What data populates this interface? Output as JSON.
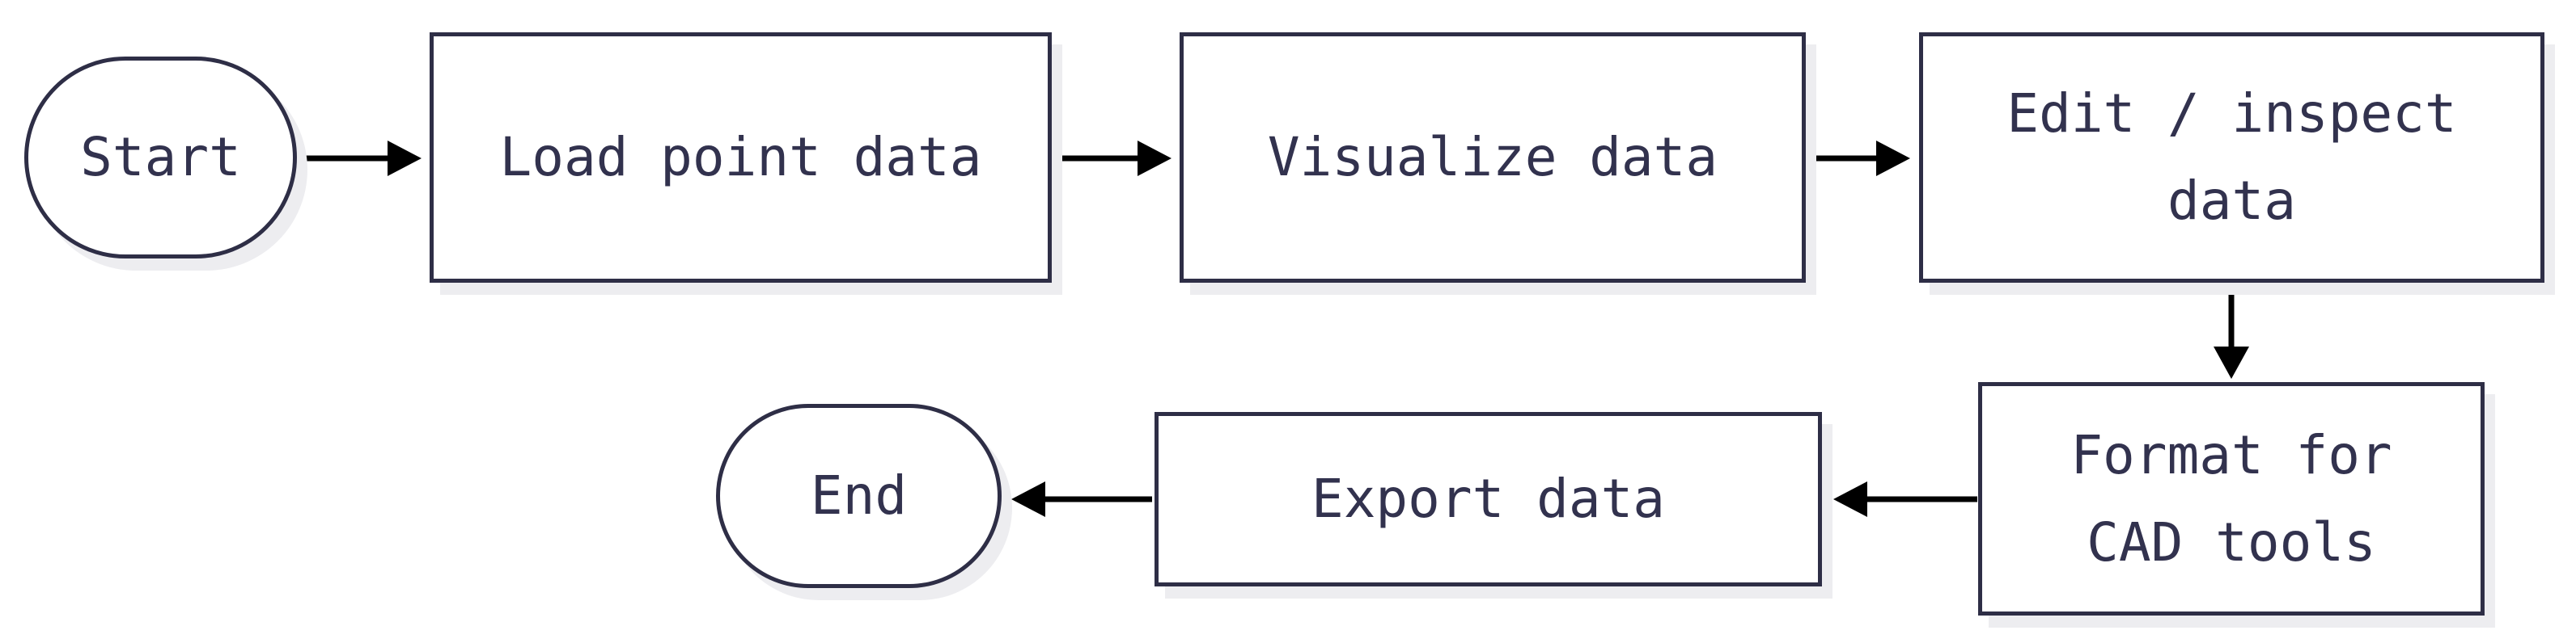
{
  "diagram": {
    "type": "flowchart",
    "background": "#ffffff",
    "nodes": [
      {
        "id": "start",
        "shape": "terminator",
        "label": "Start"
      },
      {
        "id": "load",
        "shape": "process",
        "label": "Load point data"
      },
      {
        "id": "visualize",
        "shape": "process",
        "label": "Visualize data"
      },
      {
        "id": "edit",
        "shape": "process",
        "label": "Edit / inspect\ndata"
      },
      {
        "id": "format",
        "shape": "process",
        "label": "Format for\nCAD tools"
      },
      {
        "id": "export",
        "shape": "process",
        "label": "Export data"
      },
      {
        "id": "end",
        "shape": "terminator",
        "label": "End"
      }
    ],
    "edges": [
      {
        "from": "start",
        "to": "load",
        "direction": "right"
      },
      {
        "from": "load",
        "to": "visualize",
        "direction": "right"
      },
      {
        "from": "visualize",
        "to": "edit",
        "direction": "right"
      },
      {
        "from": "edit",
        "to": "format",
        "direction": "down"
      },
      {
        "from": "format",
        "to": "export",
        "direction": "left"
      },
      {
        "from": "export",
        "to": "end",
        "direction": "left"
      }
    ],
    "colors": {
      "node_border": "#2e2e46",
      "node_fill": "#ffffff",
      "text": "#32324e",
      "arrow": "#000000",
      "shadow": "#ededf0"
    }
  }
}
